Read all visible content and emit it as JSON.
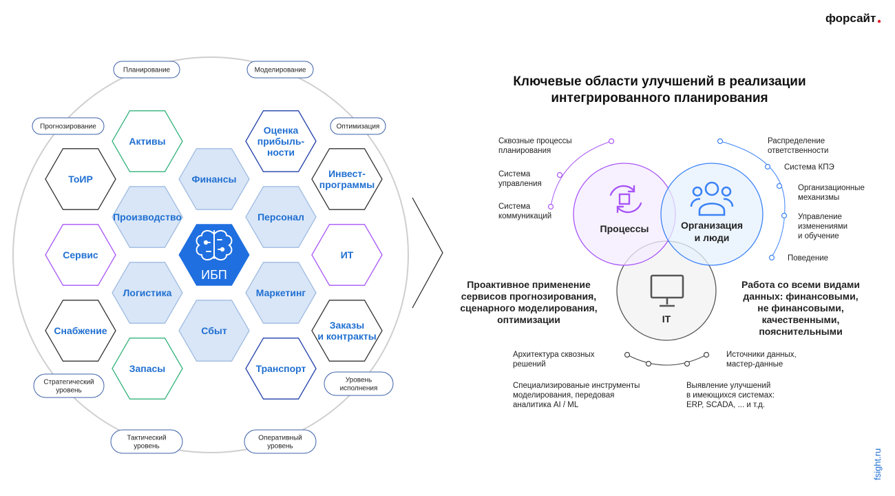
{
  "brand": {
    "logo": "форсайт",
    "site": "fsight.ru"
  },
  "left": {
    "center": {
      "label": "ИБП",
      "icon": "brain-icon"
    },
    "hexes": [
      {
        "id": "aktivy",
        "label": "Активы",
        "style": "green"
      },
      {
        "id": "otsenka",
        "label": "Оценка\nприбыль-\nности",
        "style": "navy"
      },
      {
        "id": "toir",
        "label": "ТоИР",
        "style": "gray"
      },
      {
        "id": "finansy",
        "label": "Финансы",
        "style": "fill"
      },
      {
        "id": "invest",
        "label": "Инвест-\nпрограммы",
        "style": "gray"
      },
      {
        "id": "proizvodstvo",
        "label": "Производство",
        "style": "fill"
      },
      {
        "id": "personal",
        "label": "Персонал",
        "style": "fill"
      },
      {
        "id": "servis",
        "label": "Сервис",
        "style": "purple"
      },
      {
        "id": "it",
        "label": "ИТ",
        "style": "purple"
      },
      {
        "id": "logistika",
        "label": "Логистика",
        "style": "fill"
      },
      {
        "id": "marketing",
        "label": "Маркетинг",
        "style": "fill"
      },
      {
        "id": "snabzhenie",
        "label": "Снабжение",
        "style": "gray"
      },
      {
        "id": "sbyt",
        "label": "Сбыт",
        "style": "fill"
      },
      {
        "id": "zakazy",
        "label": "Заказы\nи контракты",
        "style": "gray"
      },
      {
        "id": "zapasy",
        "label": "Запасы",
        "style": "green"
      },
      {
        "id": "transport",
        "label": "Транспорт",
        "style": "navy"
      }
    ],
    "pills": [
      {
        "id": "planirovanie",
        "label": "Планирование"
      },
      {
        "id": "modelirovanie",
        "label": "Моделирование"
      },
      {
        "id": "prognozirovanie",
        "label": "Прогнозирование"
      },
      {
        "id": "optimizatsiya",
        "label": "Оптимизация"
      },
      {
        "id": "strategicheskiy",
        "label": "Стратегический\nуровень"
      },
      {
        "id": "uroven-ispolneniya",
        "label": "Уровень\nисполнения"
      },
      {
        "id": "takticheskiy",
        "label": "Тактический\nуровень"
      },
      {
        "id": "operativnyy",
        "label": "Оперативный\nуровень"
      }
    ]
  },
  "right": {
    "title": "Ключевые области улучшений в реализации\nинтегрированного планирования",
    "circles": [
      {
        "id": "protsessy",
        "label": "Процессы",
        "color": "#a855f7",
        "icon": "cycle-icon"
      },
      {
        "id": "organizatsiya",
        "label": "Организация\nи люди",
        "color": "#3b82f6",
        "icon": "people-icon"
      },
      {
        "id": "it",
        "label": "IT",
        "color": "#555555",
        "icon": "monitor-icon"
      }
    ],
    "process_items": [
      "Сквозные процессы\nпланирования",
      "Система\nуправления",
      "Система\nкоммуникаций"
    ],
    "org_items": [
      "Распределение\nответственности",
      "Система КПЭ",
      "Организационные\nмеханизмы",
      "Управление\nизменениями\nи обучение",
      "Поведение"
    ],
    "proactive": "Проактивное применение\nсервисов прогнозирования,\nсценарного моделирования,\nоптимизации",
    "data_text": "Работа со всеми видами\nданных: финансовыми,\nне финансовыми,\nкачественными,\nпояснительными",
    "it_items": [
      "Архитектура сквозных\nрешений",
      "Источники данных,\nмастер-данные",
      "Специализированые инструменты\nмоделирования, передовая\nаналитика AI / ML",
      "Выявление улучшений\nв имеющихся системах:\nERP, SCADA, ... и т.д."
    ]
  },
  "colors": {
    "hex_fill": "#d9e6f7",
    "hex_fill_stroke": "#9fbbe0",
    "hex_text": "#1f6fd1",
    "center": "#1f6fe0",
    "green": "#33b27a",
    "navy": "#1f3fa8",
    "gray": "#333333",
    "purple": "#a855f7",
    "ring": "#cfcfcf",
    "logo_dot": "#e0212b"
  }
}
